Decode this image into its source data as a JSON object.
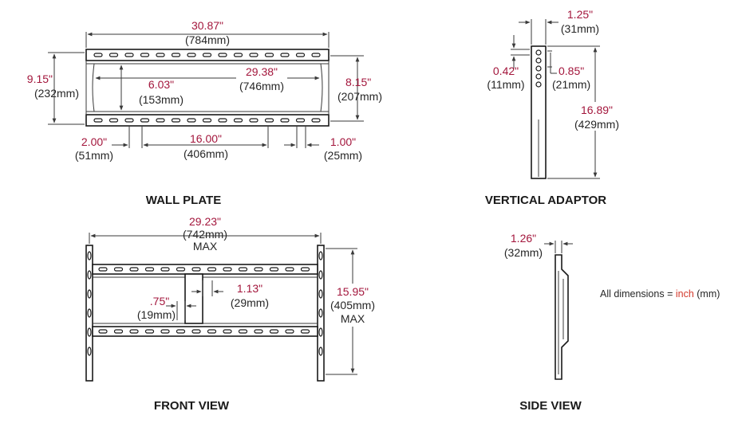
{
  "wall_plate": {
    "title": "WALL PLATE",
    "dims": {
      "overall_width": {
        "inch": "30.87\"",
        "mm": "(784mm)"
      },
      "overall_height": {
        "inch": "9.15\"",
        "mm": "(232mm)"
      },
      "inner_height": {
        "inch": "6.03\"",
        "mm": "(153mm)"
      },
      "rail_span": {
        "inch": "29.38\"",
        "mm": "(746mm)"
      },
      "right_height": {
        "inch": "8.15\"",
        "mm": "(207mm)"
      },
      "edge_offset": {
        "inch": "2.00\"",
        "mm": "(51mm)"
      },
      "center_spacing": {
        "inch": "16.00\"",
        "mm": "(406mm)"
      },
      "slot_width": {
        "inch": "1.00\"",
        "mm": "(25mm)"
      }
    }
  },
  "vertical_adaptor": {
    "title": "VERTICAL ADAPTOR",
    "dims": {
      "width": {
        "inch": "1.25\"",
        "mm": "(31mm)"
      },
      "hole_dia": {
        "inch": "0.42\"",
        "mm": "(11mm)"
      },
      "hole_pitch": {
        "inch": "0.85\"",
        "mm": "(21mm)"
      },
      "length": {
        "inch": "16.89\"",
        "mm": "(429mm)"
      }
    }
  },
  "front_view": {
    "title": "FRONT VIEW",
    "dims": {
      "max_width": {
        "inch": "29.23\"",
        "mm": "(742mm)",
        "note": "MAX"
      },
      "max_height": {
        "inch": "15.95\"",
        "mm": "(405mm)",
        "note": "MAX"
      },
      "offset_a": {
        "inch": "1.13\"",
        "mm": "(29mm)"
      },
      "offset_b": {
        "inch": ".75\"",
        "mm": "(19mm)"
      }
    }
  },
  "side_view": {
    "title": "SIDE VIEW",
    "dims": {
      "depth": {
        "inch": "1.26\"",
        "mm": "(32mm)"
      }
    }
  },
  "legend": {
    "prefix": "All dimensions = ",
    "unit_highlight": "inch",
    "suffix": " (mm)"
  },
  "colors": {
    "dimension_inch": "#a3163c",
    "legend_highlight": "#d33a2c"
  }
}
